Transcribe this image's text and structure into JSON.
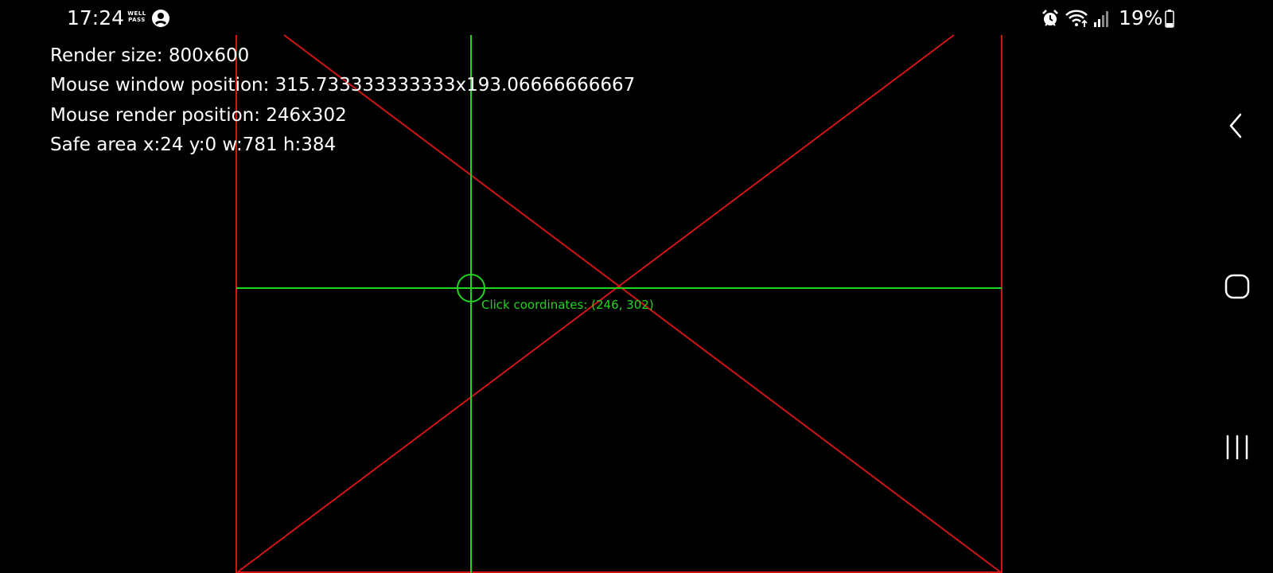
{
  "status_bar": {
    "time": "17:24",
    "badge": {
      "line1": "WELL",
      "line2": "PASS"
    },
    "battery_percent": "19%",
    "icons": [
      "account-circle-icon",
      "alarm-icon",
      "wifi-icon",
      "signal-icon",
      "battery-icon"
    ]
  },
  "info": {
    "render_size": "Render size: 800x600",
    "mouse_window_position": "Mouse window position: 315.733333333333x193.06666666667",
    "mouse_render_position": "Mouse render position: 246x302",
    "safe_area": "Safe area x:24 y:0 w:781 h:384"
  },
  "click_label": "Click coordinates: (246, 302)",
  "colors": {
    "background": "#000000",
    "frame_red": "#d01515",
    "crosshair_green": "#22d31e",
    "text": "#ffffff"
  },
  "navigation": {
    "icons": [
      "back-icon",
      "home-icon",
      "recents-icon"
    ]
  }
}
